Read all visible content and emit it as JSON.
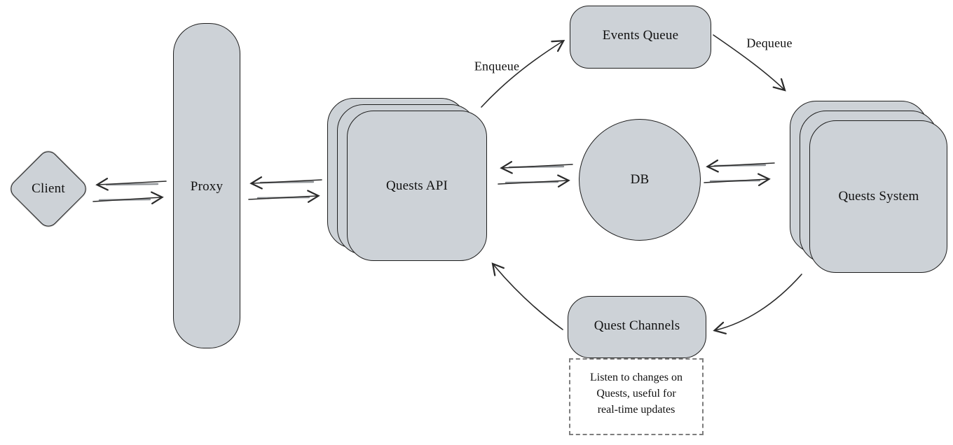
{
  "diagram": {
    "nodes": {
      "client": {
        "label": "Client"
      },
      "proxy": {
        "label": "Proxy"
      },
      "quests_api": {
        "label": "Quests API"
      },
      "events_queue": {
        "label": "Events Queue"
      },
      "db": {
        "label": "DB"
      },
      "quests_system": {
        "label": "Quests System"
      },
      "quest_channels": {
        "label": "Quest Channels"
      }
    },
    "edges": {
      "enqueue_label": "Enqueue",
      "dequeue_label": "Dequeue"
    },
    "note": {
      "lines": [
        "Listen to changes on",
        "Quests, useful for",
        "real-time updates"
      ]
    },
    "colors": {
      "node_fill": "#cdd2d7",
      "node_stroke": "#1e1e1e",
      "arrow_stroke": "#2a2a2a",
      "note_border": "#7d7d7d",
      "text": "#111111",
      "background": "#ffffff"
    }
  }
}
